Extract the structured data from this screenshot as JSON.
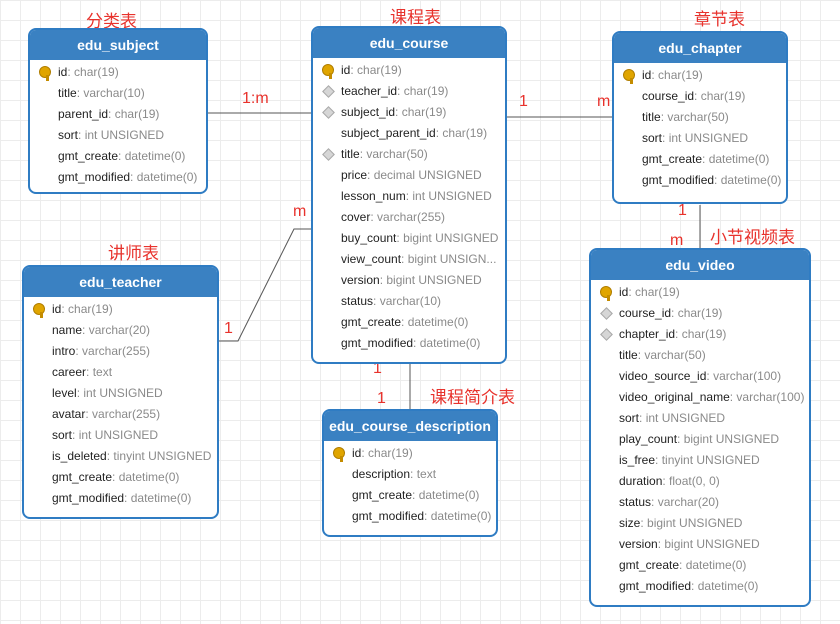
{
  "table_labels": {
    "subject": "分类表",
    "course": "课程表",
    "chapter": "章节表",
    "teacher": "讲师表",
    "video": "小节视频表",
    "description": "课程简介表"
  },
  "cardinalities": {
    "subject_course": "1:m",
    "course_chapter_one": "1",
    "course_chapter_many": "m",
    "teacher_course_many": "m",
    "teacher_course_one": "1",
    "chapter_video_one": "1",
    "chapter_video_many": "m",
    "course_desc_top": "1",
    "course_desc_bottom": "1"
  },
  "colors": {
    "header": "#3a81c2",
    "border": "#2f7cc3",
    "label": "#e8322c"
  },
  "entities": {
    "edu_subject": {
      "title": "edu_subject",
      "fields": [
        {
          "icon": "key-icon",
          "name": "id",
          "type": "char(19)"
        },
        {
          "icon": "none",
          "name": "title",
          "type": "varchar(10)"
        },
        {
          "icon": "none",
          "name": "parent_id",
          "type": "char(19)"
        },
        {
          "icon": "none",
          "name": "sort",
          "type": "int UNSIGNED"
        },
        {
          "icon": "none",
          "name": "gmt_create",
          "type": "datetime(0)"
        },
        {
          "icon": "none",
          "name": "gmt_modified",
          "type": "datetime(0)"
        }
      ]
    },
    "edu_course": {
      "title": "edu_course",
      "fields": [
        {
          "icon": "key-icon",
          "name": "id",
          "type": "char(19)"
        },
        {
          "icon": "foreign-key-icon",
          "name": "teacher_id",
          "type": "char(19)"
        },
        {
          "icon": "foreign-key-icon",
          "name": "subject_id",
          "type": "char(19)"
        },
        {
          "icon": "none",
          "name": "subject_parent_id",
          "type": "char(19)"
        },
        {
          "icon": "foreign-key-icon",
          "name": "title",
          "type": "varchar(50)"
        },
        {
          "icon": "none",
          "name": "price",
          "type": "decimal UNSIGNED"
        },
        {
          "icon": "none",
          "name": "lesson_num",
          "type": "int UNSIGNED"
        },
        {
          "icon": "none",
          "name": "cover",
          "type": "varchar(255)"
        },
        {
          "icon": "none",
          "name": "buy_count",
          "type": "bigint UNSIGNED"
        },
        {
          "icon": "none",
          "name": "view_count",
          "type": "bigint UNSIGN..."
        },
        {
          "icon": "none",
          "name": "version",
          "type": "bigint UNSIGNED"
        },
        {
          "icon": "none",
          "name": "status",
          "type": "varchar(10)"
        },
        {
          "icon": "none",
          "name": "gmt_create",
          "type": "datetime(0)"
        },
        {
          "icon": "none",
          "name": "gmt_modified",
          "type": "datetime(0)"
        }
      ]
    },
    "edu_chapter": {
      "title": "edu_chapter",
      "fields": [
        {
          "icon": "key-icon",
          "name": "id",
          "type": "char(19)"
        },
        {
          "icon": "none",
          "name": "course_id",
          "type": "char(19)"
        },
        {
          "icon": "none",
          "name": "title",
          "type": "varchar(50)"
        },
        {
          "icon": "none",
          "name": "sort",
          "type": "int UNSIGNED"
        },
        {
          "icon": "none",
          "name": "gmt_create",
          "type": "datetime(0)"
        },
        {
          "icon": "none",
          "name": "gmt_modified",
          "type": "datetime(0)"
        }
      ]
    },
    "edu_teacher": {
      "title": "edu_teacher",
      "fields": [
        {
          "icon": "key-icon",
          "name": "id",
          "type": "char(19)"
        },
        {
          "icon": "none",
          "name": "name",
          "type": "varchar(20)"
        },
        {
          "icon": "none",
          "name": "intro",
          "type": "varchar(255)"
        },
        {
          "icon": "none",
          "name": "career",
          "type": "text"
        },
        {
          "icon": "none",
          "name": "level",
          "type": "int UNSIGNED"
        },
        {
          "icon": "none",
          "name": "avatar",
          "type": "varchar(255)"
        },
        {
          "icon": "none",
          "name": "sort",
          "type": "int UNSIGNED"
        },
        {
          "icon": "none",
          "name": "is_deleted",
          "type": "tinyint UNSIGNED"
        },
        {
          "icon": "none",
          "name": "gmt_create",
          "type": "datetime(0)"
        },
        {
          "icon": "none",
          "name": "gmt_modified",
          "type": "datetime(0)"
        }
      ]
    },
    "edu_course_description": {
      "title": "edu_course_description",
      "fields": [
        {
          "icon": "key-icon",
          "name": "id",
          "type": "char(19)"
        },
        {
          "icon": "none",
          "name": "description",
          "type": "text"
        },
        {
          "icon": "none",
          "name": "gmt_create",
          "type": "datetime(0)"
        },
        {
          "icon": "none",
          "name": "gmt_modified",
          "type": "datetime(0)"
        }
      ]
    },
    "edu_video": {
      "title": "edu_video",
      "fields": [
        {
          "icon": "key-icon",
          "name": "id",
          "type": "char(19)"
        },
        {
          "icon": "foreign-key-icon",
          "name": "course_id",
          "type": "char(19)"
        },
        {
          "icon": "foreign-key-icon",
          "name": "chapter_id",
          "type": "char(19)"
        },
        {
          "icon": "none",
          "name": "title",
          "type": "varchar(50)"
        },
        {
          "icon": "none",
          "name": "video_source_id",
          "type": "varchar(100)"
        },
        {
          "icon": "none",
          "name": "video_original_name",
          "type": "varchar(100)"
        },
        {
          "icon": "none",
          "name": "sort",
          "type": "int UNSIGNED"
        },
        {
          "icon": "none",
          "name": "play_count",
          "type": "bigint UNSIGNED"
        },
        {
          "icon": "none",
          "name": "is_free",
          "type": "tinyint UNSIGNED"
        },
        {
          "icon": "none",
          "name": "duration",
          "type": "float(0, 0)"
        },
        {
          "icon": "none",
          "name": "status",
          "type": "varchar(20)"
        },
        {
          "icon": "none",
          "name": "size",
          "type": "bigint UNSIGNED"
        },
        {
          "icon": "none",
          "name": "version",
          "type": "bigint UNSIGNED"
        },
        {
          "icon": "none",
          "name": "gmt_create",
          "type": "datetime(0)"
        },
        {
          "icon": "none",
          "name": "gmt_modified",
          "type": "datetime(0)"
        }
      ]
    }
  }
}
